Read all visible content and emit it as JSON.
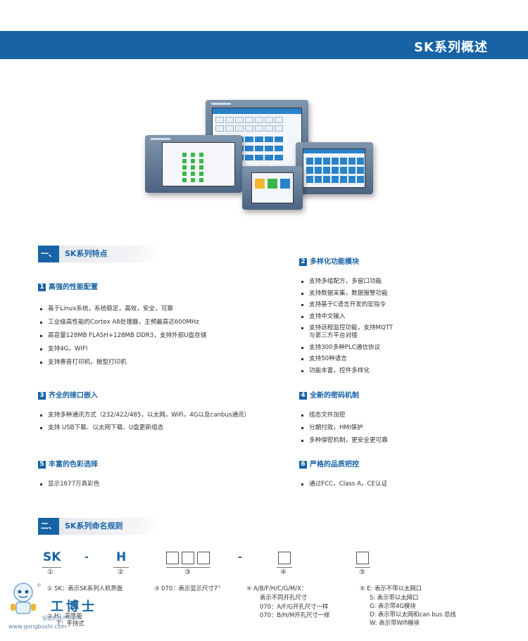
{
  "header": {
    "title": "SK系列概述",
    "color": "#1763a6"
  },
  "section1": {
    "num": "一、",
    "label": "SK系列特点",
    "groups": [
      {
        "num": "1",
        "title": "高强的性能配置",
        "items": [
          "基于Linux系统，系统稳定，高效，安全，可靠",
          "工业级高性能的Cortex A8处理器，主频最高达600MHz",
          "高容量128MB FLASH+128MB DDR3，支持外部U盘存储",
          "支持4G，WIFI",
          "支持惠普打印机，微型打印机"
        ]
      },
      {
        "num": "2",
        "title": "多样化功能模块",
        "items": [
          "支持多组配方，多窗口功能",
          "支持数据采集，数据报警功能",
          "支持基于C语言开发的宏指令",
          "支持中文输入",
          "支持远程监控功能，支持MQTT",
          "与第三方平台对接",
          "支持300多种PLC通信协议",
          "支持50种语言",
          "功能丰富，控件多样化"
        ]
      },
      {
        "num": "3",
        "title": "齐全的接口嵌入",
        "items": [
          "支持多种通讯方式（232/422/485，以太网，WiFi，4G以及canbus通讯）",
          "支持 USB下载、以太网下载、U盘更新组态"
        ]
      },
      {
        "num": "4",
        "title": "全新的密码机制",
        "items": [
          "组态文件加密",
          "分期付款，HMI保护",
          "多种保密机制，更安全更可靠"
        ]
      },
      {
        "num": "5",
        "title": "丰富的色彩选择",
        "items": [
          "显示1677万真彩色"
        ]
      },
      {
        "num": "6",
        "title": "严格的品质把控",
        "items": [
          "通过FCC，Class A，CE认证"
        ]
      }
    ]
  },
  "section2": {
    "num": "二、",
    "label": "SK系列命名规则",
    "codes": {
      "sk": "SK",
      "dash": "-",
      "h": "H"
    },
    "circles": [
      "①",
      "②",
      "③",
      "④",
      "⑤"
    ],
    "defs": {
      "d1": "① SK：表示SK系列人机界面",
      "d2a": "② H：高性能",
      "d2b": "T：手持式",
      "d3": "③ 070：表示显示尺寸7''",
      "d4a": "④  A/B/F/H/C/G/M/X：",
      "d4b": "表示不同开孔尺寸",
      "d4c": "070：A/F/G开孔尺寸一样",
      "d4d": "070：B/H/M开孔尺寸一样",
      "d5a": "⑤ E:   表示不带以太网口",
      "d5b": "S:   表示带以太网口",
      "d5c": "G:   表示带4G模块",
      "d5d": "D:   表示带以太网和can bus 总线",
      "d5e": "W:   表示带Wifi模块"
    }
  },
  "watermark": {
    "brand": "工博士",
    "sub": "智能制造产业服务",
    "url": "www.gongboshi.com",
    "reg": "®"
  }
}
